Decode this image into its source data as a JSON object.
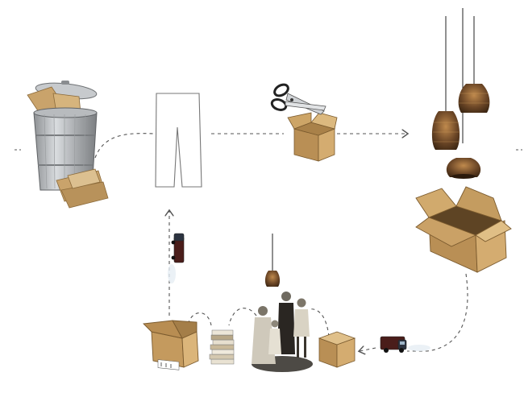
{
  "diagram": {
    "nodes": [
      {
        "id": "trash-can",
        "kind": "image"
      },
      {
        "id": "pattern-outline",
        "kind": "image"
      },
      {
        "id": "scissors-box",
        "kind": "image"
      },
      {
        "id": "pendant-lamps",
        "kind": "image"
      },
      {
        "id": "open-box",
        "kind": "image"
      },
      {
        "id": "delivery-truck",
        "kind": "image"
      },
      {
        "id": "closed-box",
        "kind": "image"
      },
      {
        "id": "family-photo",
        "kind": "image"
      },
      {
        "id": "small-lamp",
        "kind": "image"
      },
      {
        "id": "book-stack",
        "kind": "image"
      },
      {
        "id": "printed-box",
        "kind": "image"
      },
      {
        "id": "rising-truck",
        "kind": "image"
      }
    ],
    "edges": [
      {
        "from": "trash-can",
        "to": "pattern-outline",
        "style": "dashed"
      },
      {
        "from": "pattern-outline",
        "to": "scissors-box",
        "style": "dashed"
      },
      {
        "from": "scissors-box",
        "to": "pendant-lamps",
        "style": "dashed",
        "arrow": true
      },
      {
        "from": "open-box",
        "to": "delivery-truck",
        "style": "dashed"
      },
      {
        "from": "delivery-truck",
        "to": "closed-box",
        "style": "dashed",
        "arrow": true
      },
      {
        "from": "closed-box",
        "to": "family-photo",
        "style": "dashed"
      },
      {
        "from": "family-photo",
        "to": "book-stack",
        "style": "dashed"
      },
      {
        "from": "book-stack",
        "to": "printed-box",
        "style": "dashed"
      },
      {
        "from": "printed-box",
        "to": "pattern-outline",
        "style": "dashed",
        "arrow": true
      }
    ],
    "colors": {
      "line": "#555555",
      "cardboard": "#c9a36b",
      "cardboard_dark": "#9c7a46",
      "metal": "#b9bcbf",
      "lamp": "#5a3e22",
      "photo": "#6f6a60"
    }
  }
}
